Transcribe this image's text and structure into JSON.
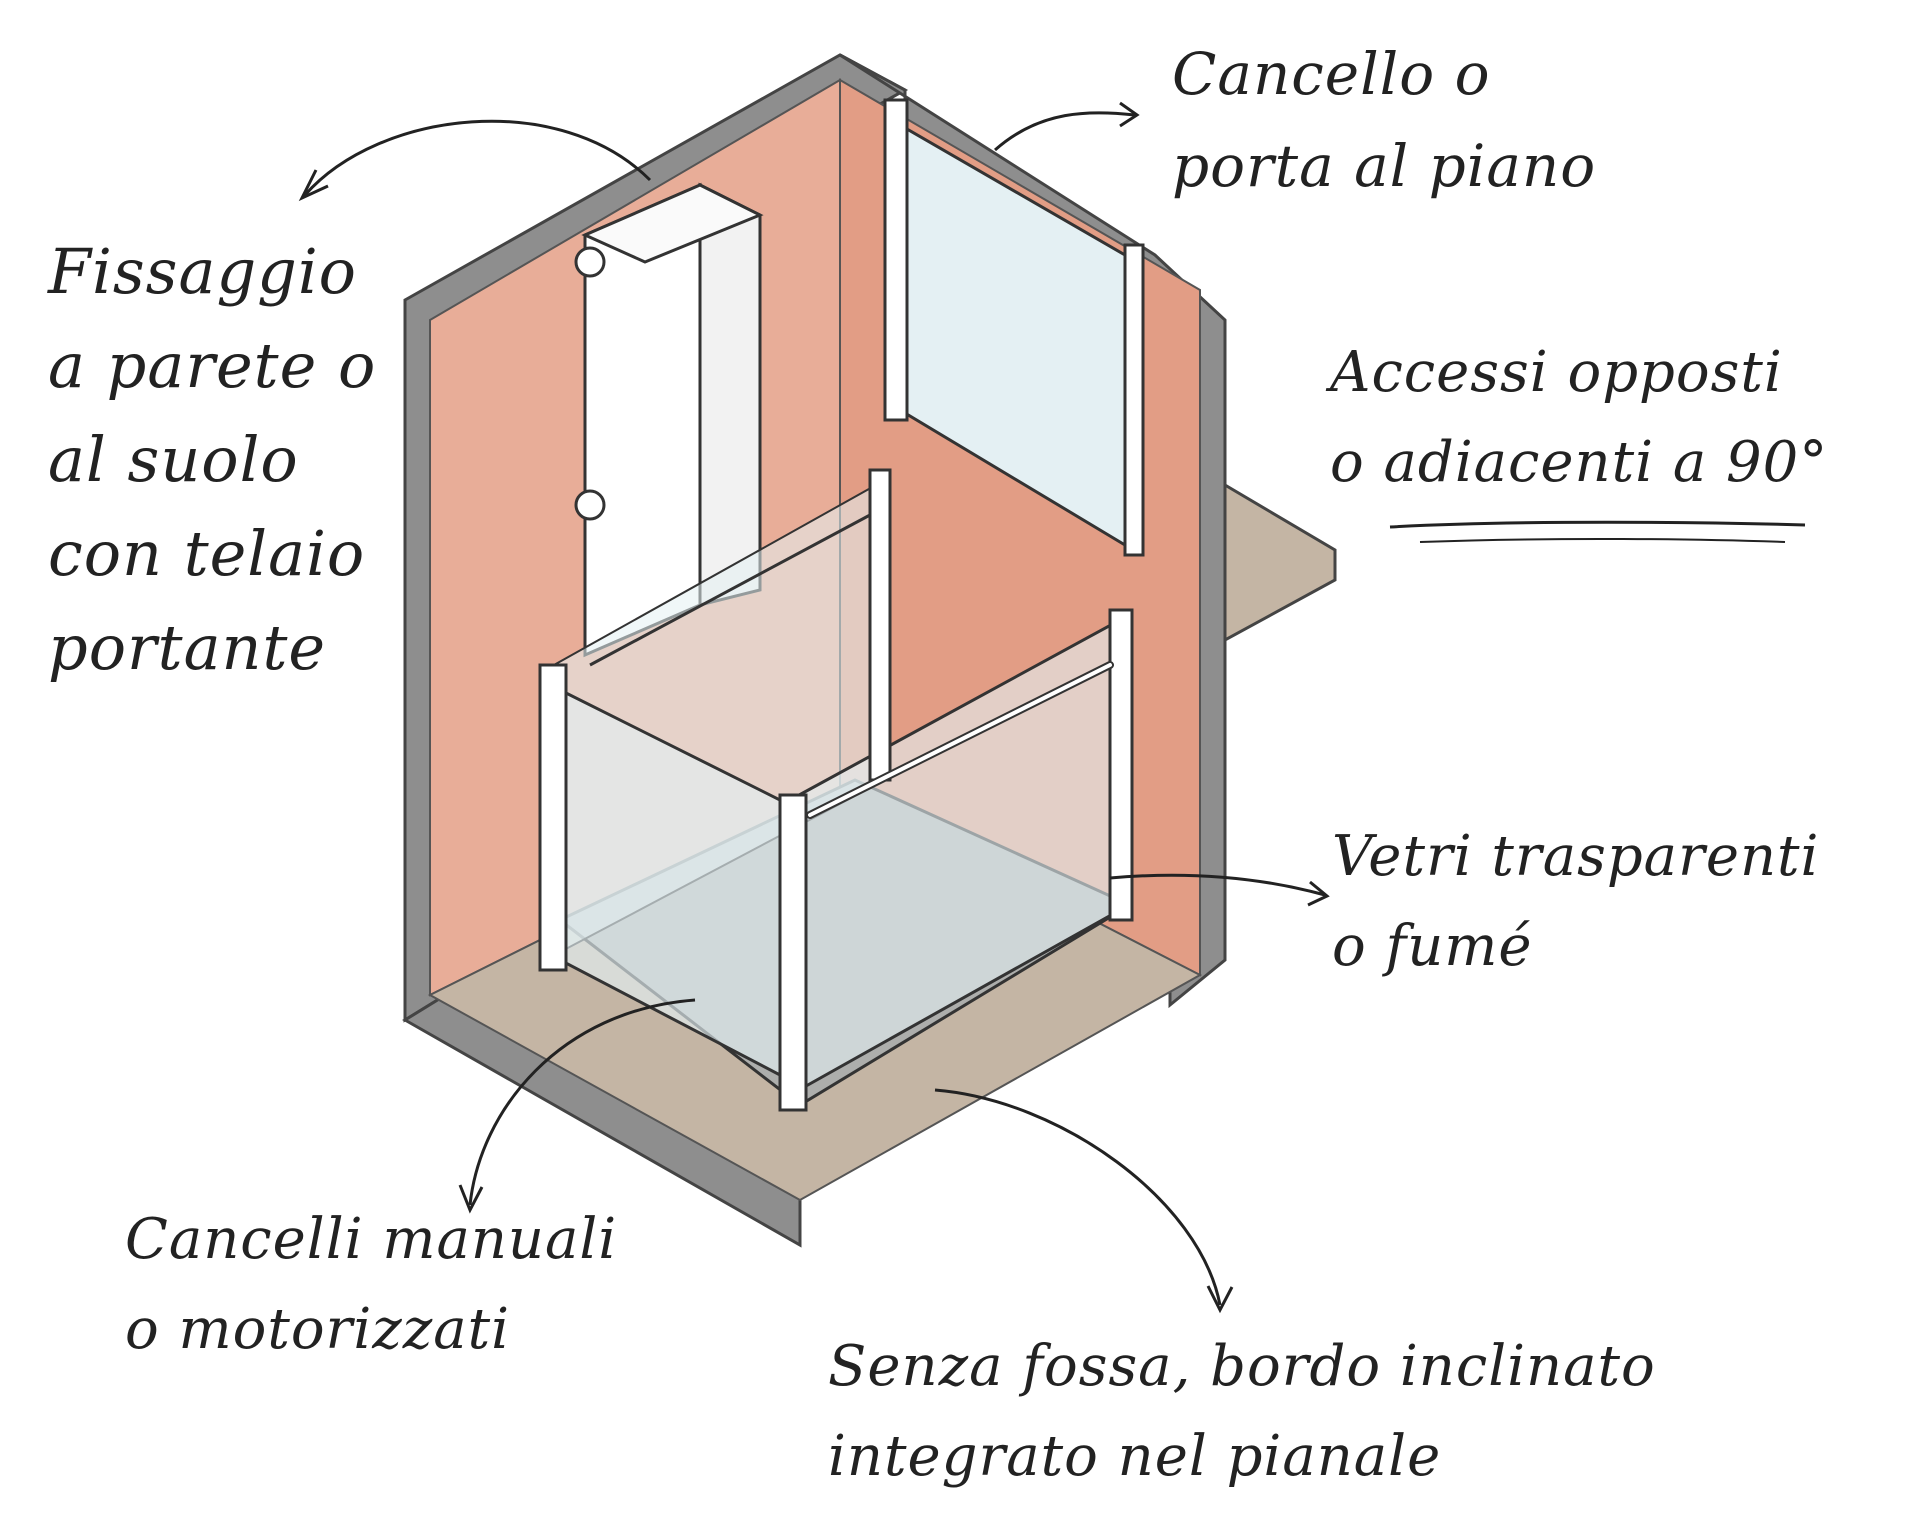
{
  "colors": {
    "wall_top": "#8e8e8e",
    "wall_inner_left": "#e8ad98",
    "wall_inner_back": "#e29d85",
    "floor": "#c4b5a4",
    "platform": "#adaeac",
    "frame": "#ffffff",
    "glass": "#e4f0f3",
    "ink": "#222222"
  },
  "labels": {
    "fixing": [
      "Fissaggio",
      "a parete o",
      "al suolo",
      "con telaio",
      "portante"
    ],
    "gate": [
      "Cancello o",
      "porta al piano"
    ],
    "access": [
      "Accessi opposti",
      "o adiacenti a 90°"
    ],
    "glass": [
      "Vetri trasparenti",
      "o fumé"
    ],
    "manual_gates": [
      "Cancelli manuali",
      "o motorizzati"
    ],
    "pitless": [
      "Senza fossa, bordo inclinato",
      "integrato nel pianale"
    ]
  }
}
